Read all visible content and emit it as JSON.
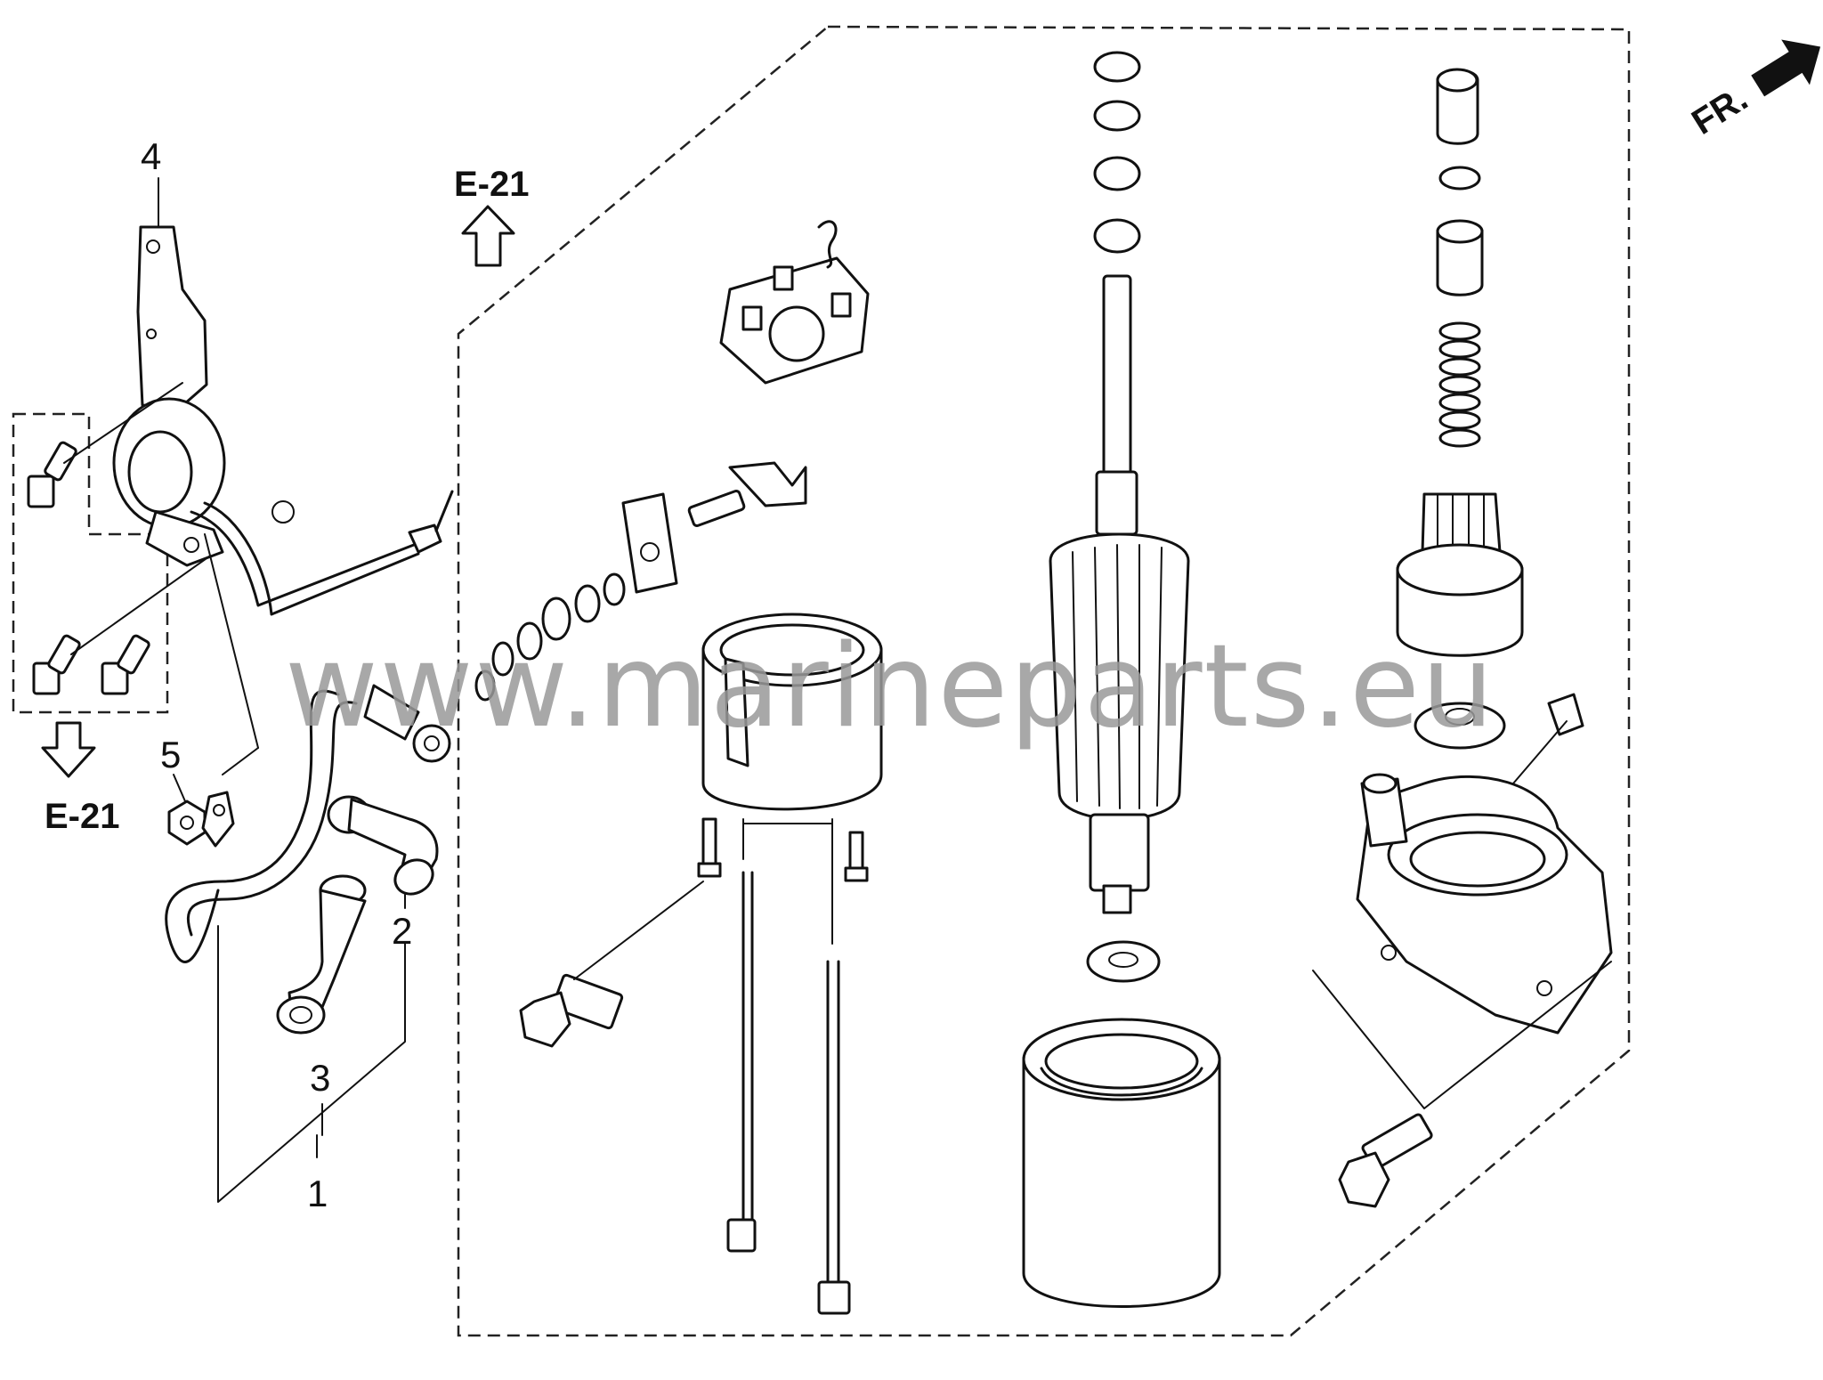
{
  "callouts": {
    "c1": "1",
    "c2": "2",
    "c3": "3",
    "c4": "4",
    "c5": "5"
  },
  "references": {
    "top": "E-21",
    "bottom": "E-21"
  },
  "direction": "FR.",
  "watermark": "www.marineparts.eu"
}
